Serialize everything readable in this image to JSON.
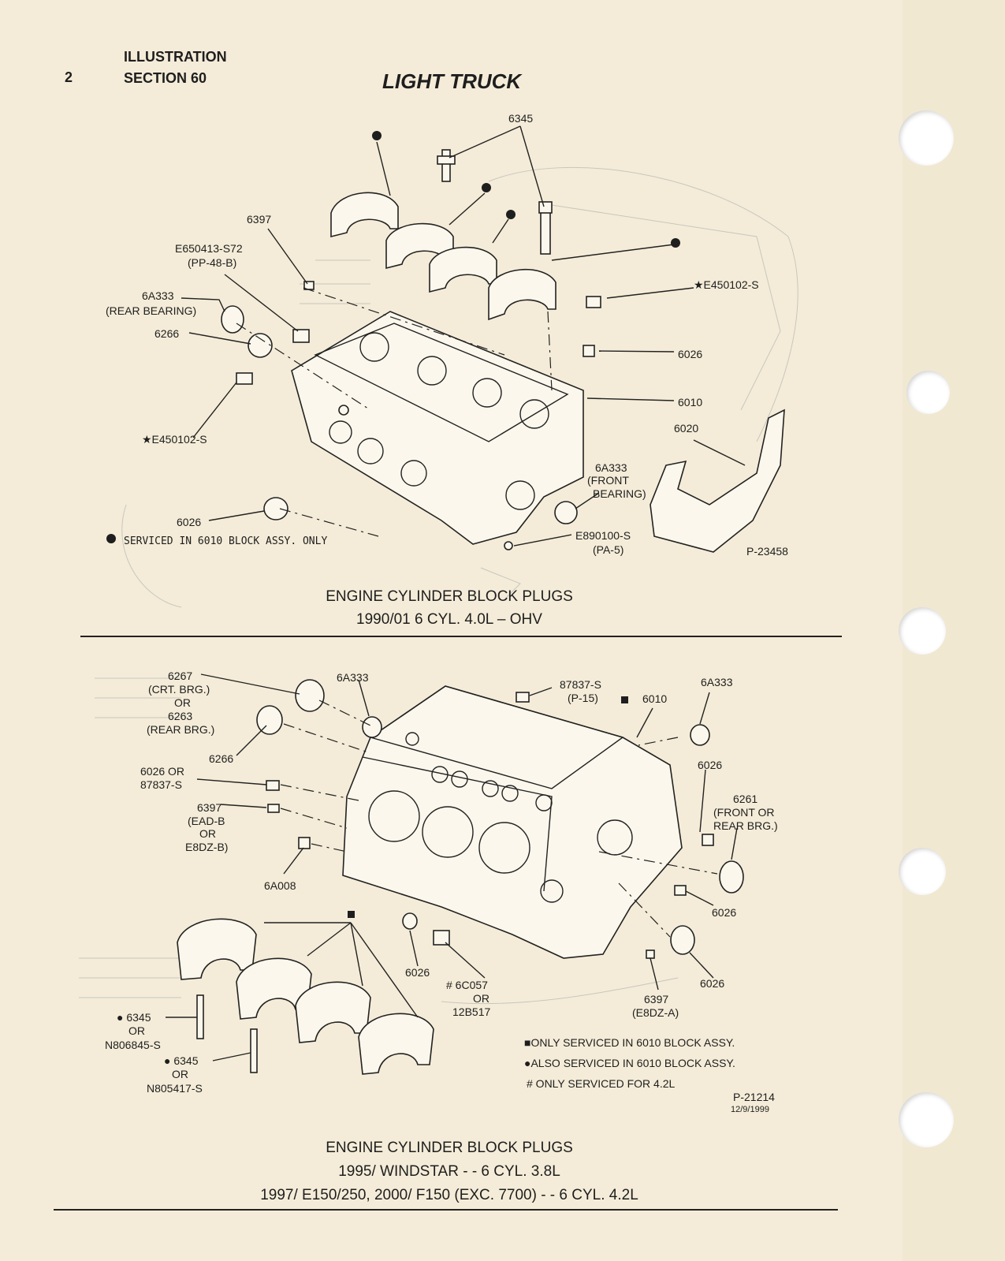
{
  "header": {
    "page_number": "2",
    "section_line1": "ILLUSTRATION",
    "section_line2": "SECTION 60",
    "title": "LIGHT TRUCK"
  },
  "top_diagram": {
    "labels": {
      "l6345": "6345",
      "l6397": "6397",
      "le650": "E650413-S72",
      "lpp48": "(PP-48-B)",
      "l6a333": "6A333",
      "lrearbearing": "(REAR BEARING)",
      "l6266": "6266",
      "lstar1": "★E450102-S",
      "lstar2": "★E450102-S",
      "l6026a": "6026",
      "l6010": "6010",
      "l6020": "6020",
      "l6a333f": "6A333",
      "lfront": "(FRONT",
      "lbearing": "BEARING)",
      "l6026b": "6026",
      "le890": "E890100-S",
      "lpa5": "(PA-5)",
      "lp23458": "P-23458",
      "lserviced": "SERVICED IN 6010 BLOCK ASSY. ONLY"
    },
    "caption_line1": "ENGINE CYLINDER BLOCK PLUGS",
    "caption_line2": "1990/01 6 CYL. 4.0L – OHV"
  },
  "bottom_diagram": {
    "labels": {
      "b6267": "6267",
      "bcrt": "(CRT. BRG.)",
      "bor1": "OR",
      "b6263": "6263",
      "brear": "(REAR BRG.)",
      "b6266": "6266",
      "b6026or": "6026 OR",
      "b87837s": "87837-S",
      "b6397": "6397",
      "bead": "(EAD-B",
      "bor2": "OR",
      "be8dzb": "E8DZ-B)",
      "b6a008": "6A008",
      "b6a333a": "6A333",
      "b87837p": "87837-S",
      "bp15": "(P-15)",
      "b6010": "6010",
      "b6a333b": "6A333",
      "b6026a": "6026",
      "b6261": "6261",
      "bfrontor": "(FRONT OR",
      "brearbrg": "REAR BRG.)",
      "b6026b": "6026",
      "b6026c": "6026",
      "b6026d": "6026",
      "b6c057": "# 6C057",
      "bor3": "OR",
      "b12b517": "12B517",
      "b6397b": "6397",
      "be8dza": "(E8DZ-A)",
      "b6345a": "● 6345",
      "bor4": "OR",
      "bn806": "N806845-S",
      "b6345b": "● 6345",
      "bor5": "OR",
      "bn805": "N805417-S",
      "bonly": "■ONLY SERVICED IN 6010 BLOCK ASSY.",
      "balso": "●ALSO SERVICED IN 6010 BLOCK ASSY.",
      "bhash": "# ONLY SERVICED FOR 4.2L",
      "bp21214": "P-21214",
      "bdate": "12/9/1999"
    },
    "caption_line1": "ENGINE CYLINDER BLOCK PLUGS",
    "caption_line2": "1995/ WINDSTAR - - 6 CYL. 3.8L",
    "caption_line3": "1997/ E150/250, 2000/ F150 (EXC. 7700) - - 6 CYL. 4.2L"
  }
}
